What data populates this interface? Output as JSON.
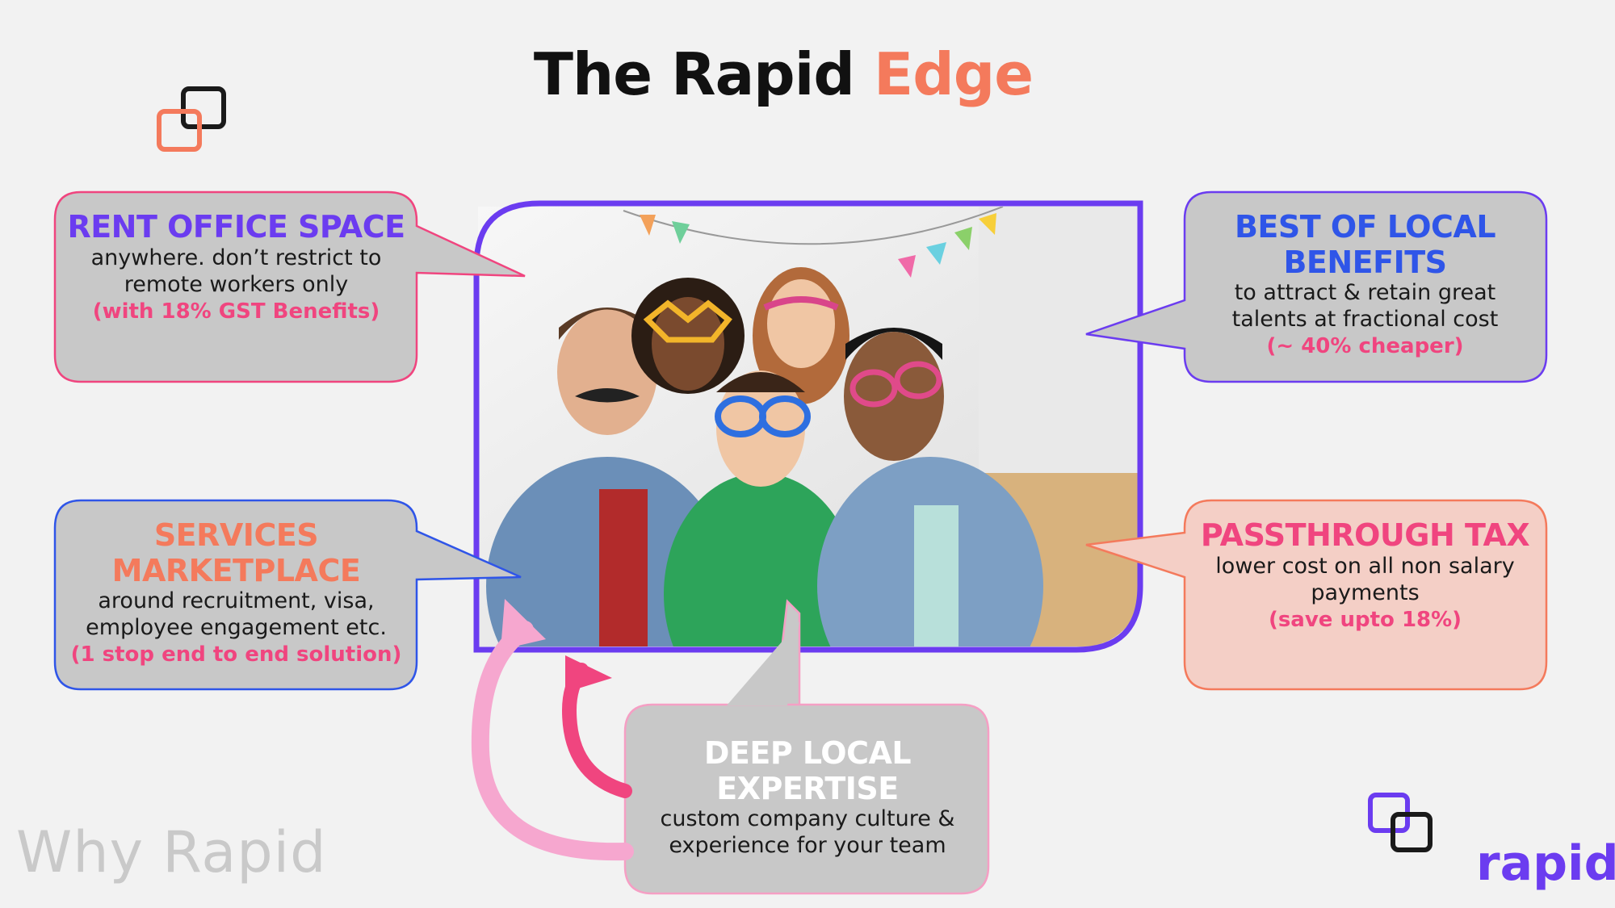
{
  "title": {
    "main": "The Rapid",
    "accent": "Edge"
  },
  "photo": {
    "subject": "group selfie photo"
  },
  "callouts": [
    {
      "heading": "RENT OFFICE SPACE",
      "body": "anywhere. don’t restrict to remote workers only",
      "note": "(with 18% GST Benefits)"
    },
    {
      "heading": "BEST OF LOCAL BENEFITS",
      "body": "to attract & retain great talents at fractional cost",
      "note": "(~ 40% cheaper)"
    },
    {
      "heading": "SERVICES MARKETPLACE",
      "body": "around recruitment, visa, employee engagement etc.",
      "note": "(1 stop end to end solution)"
    },
    {
      "heading": "PASSTHROUGH TAX",
      "body": "lower cost on all non salary payments",
      "note": "(save upto 18%)"
    },
    {
      "heading": "DEEP LOCAL EXPERTISE",
      "body": "custom company culture & experience for your team",
      "note": ""
    }
  ],
  "footer": {
    "section_label": "Why Rapid",
    "brand": "rapid"
  },
  "colors": {
    "purple": "#6b3cf0",
    "blue": "#2f55e8",
    "orange": "#f47a5c",
    "pink": "#f0457f",
    "bubble": "#c8c8c8"
  },
  "icons": [
    "squares-logo-icon-orange",
    "squares-logo-icon-purple",
    "curved-arrow-icon-light",
    "curved-arrow-icon-dark"
  ]
}
